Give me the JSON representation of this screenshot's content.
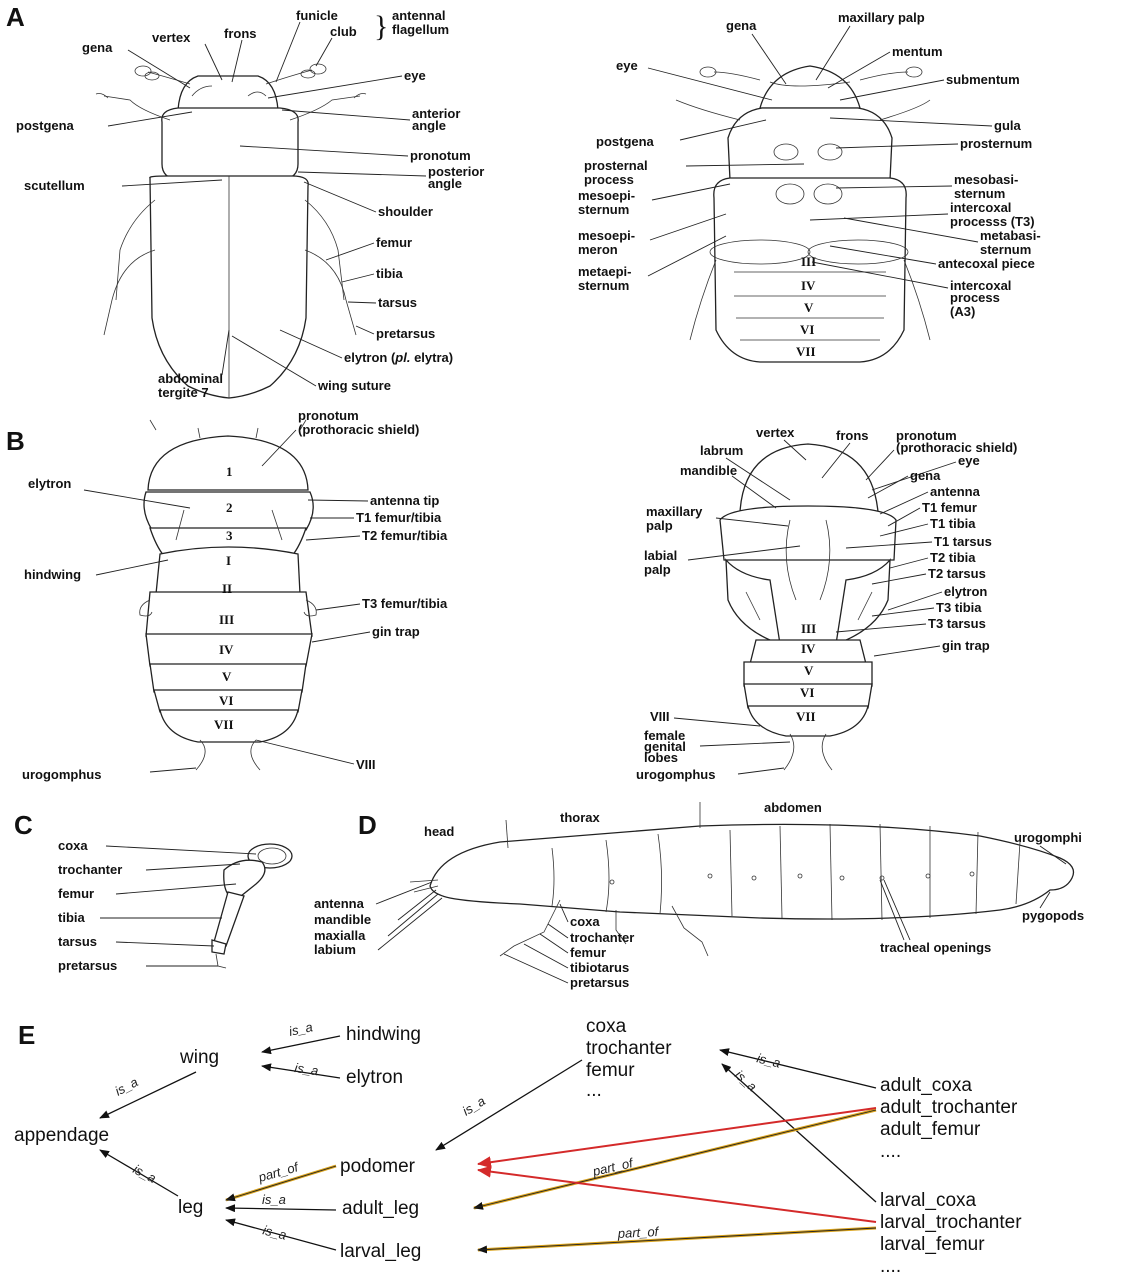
{
  "panels": {
    "A": "A",
    "B": "B",
    "C": "C",
    "D": "D",
    "E": "E"
  },
  "a_dorsal": {
    "gena": "gena",
    "vertex": "vertex",
    "frons": "frons",
    "funicle": "funicle",
    "club": "club",
    "antennal": "antennal",
    "flagellum": "flagellum",
    "eye": "eye",
    "postgena": "postgena",
    "anterior": "anterior",
    "angle1": "angle",
    "pronotum": "pronotum",
    "scutellum": "scutellum",
    "posterior": "posterior",
    "angle2": "angle",
    "shoulder": "shoulder",
    "femur": "femur",
    "tibia": "tibia",
    "tarsus": "tarsus",
    "pretarsus": "pretarsus",
    "elytron_a": "elytron (",
    "elytron_pl": "pl.",
    "elytron_b": " elytra)",
    "abdominal": "abdominal",
    "tergite": "tergite 7",
    "wing_suture": "wing suture"
  },
  "a_ventral": {
    "gena": "gena",
    "maxillary_palp": "maxillary palp",
    "mentum": "mentum",
    "eye": "eye",
    "submentum": "submentum",
    "gula": "gula",
    "postgena": "postgena",
    "prosternum": "prosternum",
    "prosternal": "prosternal",
    "process": "process",
    "mesoepi": "mesoepi-",
    "sternum": "sternum",
    "mesobasi": "mesobasi-",
    "sternum2": "sternum",
    "intercoxal": "intercoxal",
    "processs_t3": "processs (T3)",
    "mesoepi2": "mesoepi-",
    "meron": "meron",
    "metabasi": "metabasi-",
    "sternum3": "sternum",
    "metaepi": "metaepi-",
    "sternum4": "sternum",
    "antecoxal": "antecoxal piece",
    "intercoxal2": "intercoxal",
    "process2": "process",
    "a3": "(A3)",
    "numerals": [
      "III",
      "IV",
      "V",
      "VI",
      "VII"
    ]
  },
  "b_left": {
    "pronotum": "pronotum",
    "prothoracic": "(prothoracic shield)",
    "elytron": "elytron",
    "antenna_tip": "antenna tip",
    "t1": "T1 femur/tibia",
    "t2": "T2 femur/tibia",
    "hindwing": "hindwing",
    "t3": "T3 femur/tibia",
    "gin_trap": "gin trap",
    "urogomphus": "urogomphus",
    "viii": "VIII",
    "segments": [
      "1",
      "2",
      "3",
      "I",
      "II",
      "III",
      "IV",
      "V",
      "VI",
      "VII"
    ]
  },
  "b_right": {
    "vertex": "vertex",
    "frons": "frons",
    "pronotum": "pronotum",
    "prothoracic": "(prothoracic shield)",
    "eye": "eye",
    "labrum": "labrum",
    "mandible": "mandible",
    "gena": "gena",
    "antenna": "antenna",
    "maxillary": "maxillary",
    "palp": "palp",
    "t1_femur": "T1 femur",
    "t1_tibia": "T1 tibia",
    "t1_tarsus": "T1 tarsus",
    "labial": "labial",
    "palp2": "palp",
    "t2_tibia": "T2 tibia",
    "t2_tarsus": "T2 tarsus",
    "elytron": "elytron",
    "t3_tibia": "T3 tibia",
    "t3_tarsus": "T3 tarsus",
    "gin_trap": "gin trap",
    "viii": "VIII",
    "female": "female",
    "genital": "genital",
    "lobes": "lobes",
    "urogomphus": "urogomphus",
    "segments": [
      "III",
      "IV",
      "V",
      "VI",
      "VII"
    ]
  },
  "c_leg": {
    "coxa": "coxa",
    "trochanter": "trochanter",
    "femur": "femur",
    "tibia": "tibia",
    "tarsus": "tarsus",
    "pretarsus": "pretarsus"
  },
  "d_larva": {
    "head": "head",
    "thorax": "thorax",
    "abdomen": "abdomen",
    "urogomphi": "urogomphi",
    "antenna": "antenna",
    "mandible": "mandible",
    "maxialla": "maxialla",
    "labium": "labium",
    "coxa": "coxa",
    "trochanter": "trochanter",
    "femur": "femur",
    "tibiotarus": "tibiotarus",
    "pretarsus": "pretarsus",
    "tracheal": "tracheal openings",
    "pygopods": "pygopods"
  },
  "e_ontology": {
    "wing": "wing",
    "hindwing": "hindwing",
    "elytron": "elytron",
    "appendage": "appendage",
    "podomer": "podomer",
    "leg": "leg",
    "adult_leg": "adult_leg",
    "larval_leg": "larval_leg",
    "coxa": "coxa",
    "trochanter": "trochanter",
    "femur": "femur",
    "ellipsis1": "...",
    "adult_coxa": "adult_coxa",
    "adult_trochanter": "adult_trochanter",
    "adult_femur": "adult_femur",
    "ellipsis2": "....",
    "larval_coxa": "larval_coxa",
    "larval_trochanter": "larval_trochanter",
    "larval_femur": "larval_femur",
    "ellipsis3": "....",
    "is_a": "is_a",
    "part_of": "part_of",
    "colors": {
      "is_a": "#1a1a1a",
      "part_of_red": "#d42a2a",
      "part_of_gold": "#d9a21b"
    }
  }
}
